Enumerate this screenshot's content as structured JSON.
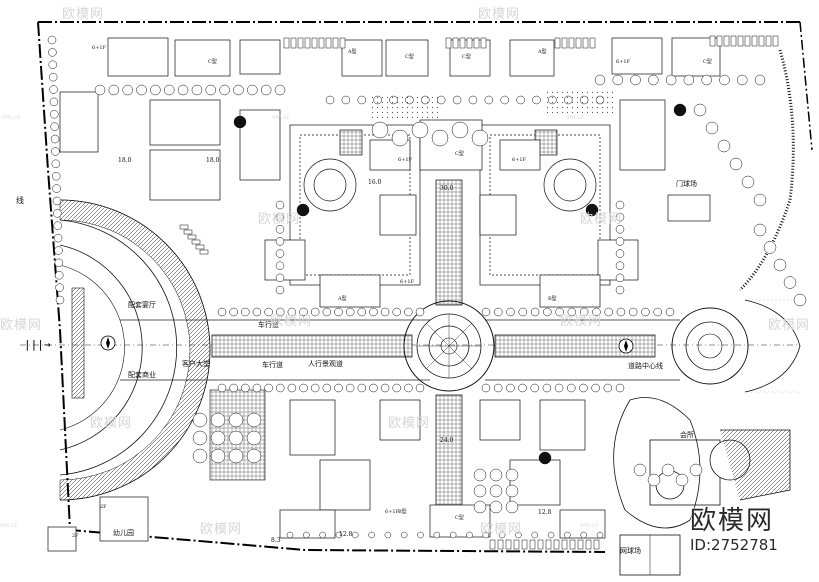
{
  "watermark": {
    "brand": "欧模网",
    "site": "om.cn",
    "id": "ID:2752781"
  },
  "labels": {
    "line_tag": "线",
    "banquet_hall": "配套宴厅",
    "banquet_shops": "配套商业",
    "client_hall": "客户大堂",
    "lane_top": "车行道",
    "lane_bottom": "车行道",
    "ped_walk": "人行景观道",
    "road_center": "道路中心线",
    "clubhouse": "会所",
    "kindergarten": "幼儿园",
    "tennis_court": "网球场",
    "basketball_court": "门球场"
  },
  "building_tags": {
    "type_a": "A型",
    "type_b": "B型",
    "type_c": "C型",
    "floors_6": "6+1F",
    "floors_2": "2F"
  },
  "dimensions": {
    "d1": "18.0",
    "d2": "18.0",
    "d3": "30.0",
    "d4": "24.0",
    "d5": "12.8",
    "d6": "12.8",
    "d7": "16.0",
    "d8": "8.3"
  }
}
